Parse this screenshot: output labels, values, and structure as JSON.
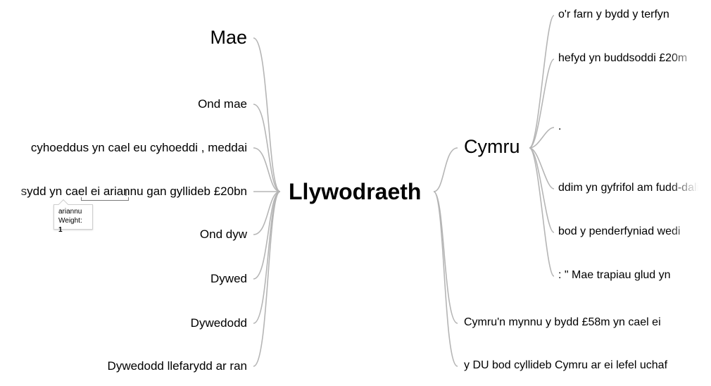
{
  "root": "Llywodraeth",
  "left": [
    {
      "text": "Mae"
    },
    {
      "text": "Ond mae"
    },
    {
      "text": "cyhoeddus yn cael eu cyhoeddi , meddai"
    },
    {
      "text": "sydd yn cael ei ariannu gan gyllideb £20bn"
    },
    {
      "text": "Ond dyw"
    },
    {
      "text": "Dywed"
    },
    {
      "text": "Dywedodd"
    },
    {
      "text": "Dywedodd llefarydd ar ran"
    }
  ],
  "right": [
    {
      "text": "Cymru",
      "children": [
        {
          "text": "o'r farn y bydd y terfyn"
        },
        {
          "text": "hefyd yn buddsoddi £20m"
        },
        {
          "text": "."
        },
        {
          "text": "ddim yn gyfrifol am fudd-daliadau"
        },
        {
          "text": "bod y penderfyniad wedi"
        },
        {
          "text": ": \" Mae trapiau glud yn"
        }
      ]
    },
    {
      "text": "Cymru'n mynnu y bydd £58m yn cael ei"
    },
    {
      "text": "y DU bod cyllideb Cymru ar ei lefel uchaf"
    }
  ],
  "tooltip": {
    "word": "ariannu",
    "weight_label": "Weight:",
    "weight": "1"
  },
  "colors": {
    "link": "#b5b5b5",
    "tooltip_border": "#cfcfcf"
  }
}
